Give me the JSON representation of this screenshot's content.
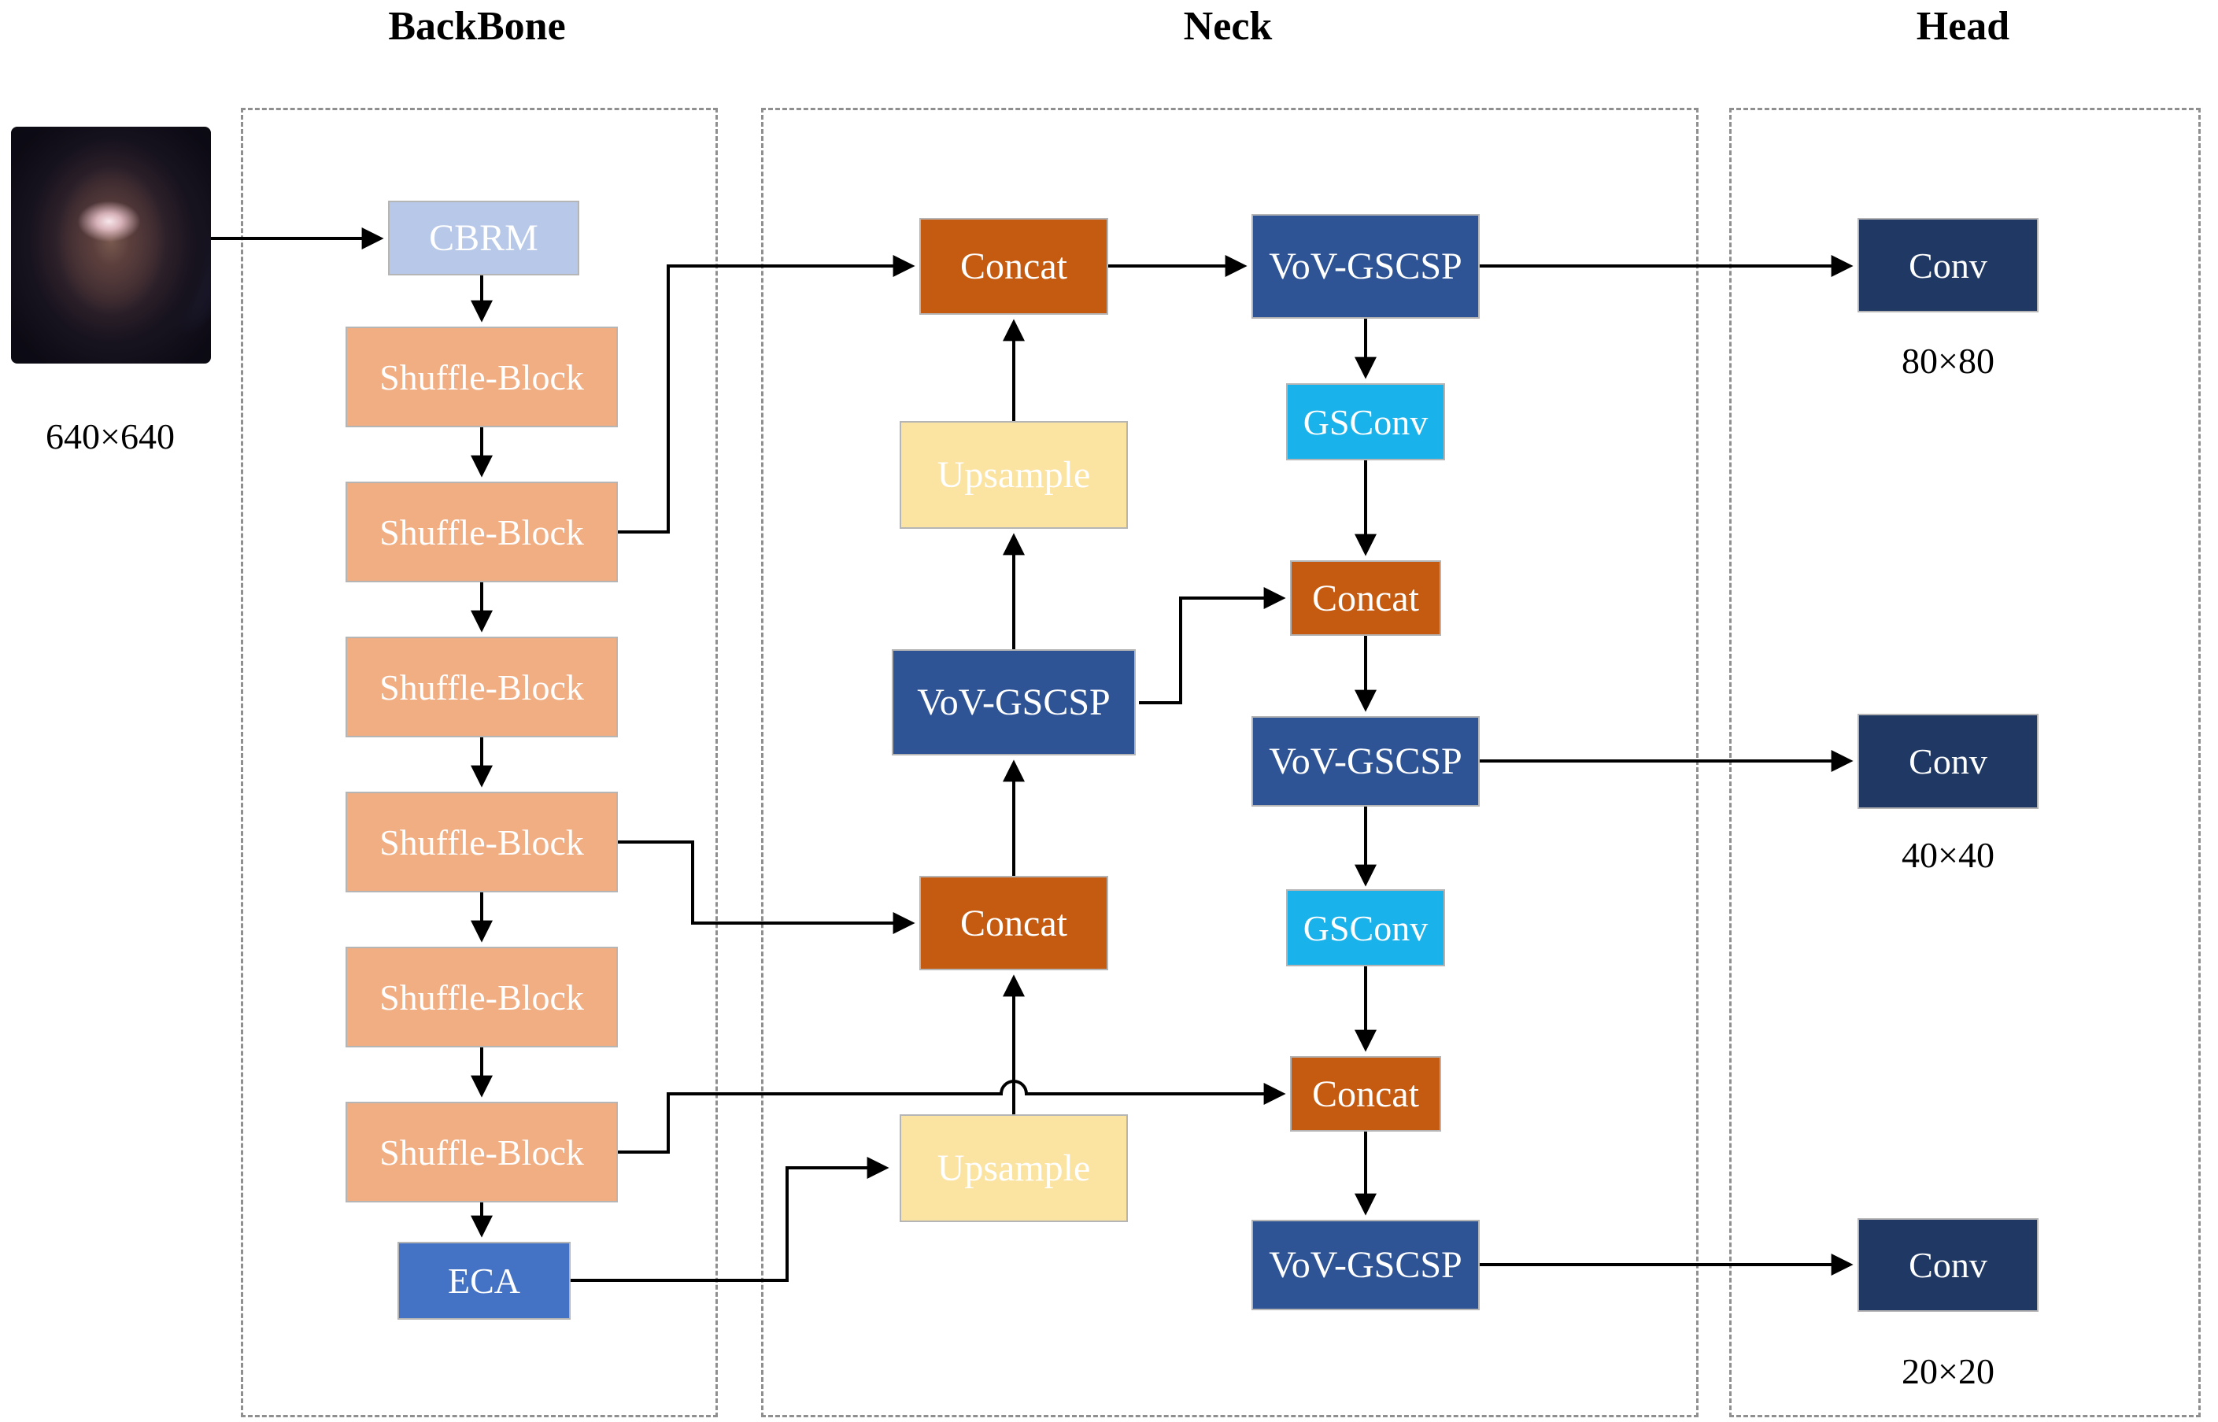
{
  "titles": {
    "backbone": "BackBone",
    "neck": "Neck",
    "head": "Head"
  },
  "input": {
    "image_name": "endoscope-sample-photo",
    "size_label": "640×640"
  },
  "backbone": {
    "cbrm_label": "CBRM",
    "shuffle_blocks": [
      "Shuffle-Block",
      "Shuffle-Block",
      "Shuffle-Block",
      "Shuffle-Block",
      "Shuffle-Block",
      "Shuffle-Block"
    ],
    "eca_label": "ECA"
  },
  "neck": {
    "concat_top_label": "Concat",
    "upsample_top_label": "Upsample",
    "vov_mid_label": "VoV-GSCSP",
    "concat_mid_label": "Concat",
    "upsample_bottom_label": "Upsample",
    "vov_top_label": "VoV-GSCSP",
    "gsconv_top_label": "GSConv",
    "concat_right_top_label": "Concat",
    "vov_right_mid_label": "VoV-GSCSP",
    "gsconv_bottom_label": "GSConv",
    "concat_right_bottom_label": "Concat",
    "vov_right_bottom_label": "VoV-GSCSP"
  },
  "head": {
    "convs": [
      {
        "label": "Conv",
        "size": "80×80"
      },
      {
        "label": "Conv",
        "size": "40×40"
      },
      {
        "label": "Conv",
        "size": "20×20"
      }
    ]
  },
  "colors": {
    "cbrm": "#b7c8e9",
    "shuffle_block": "#f2ae83",
    "eca": "#4472c4",
    "concat": "#c55a11",
    "vov_gscsp": "#2f5496",
    "gsconv": "#1ab2ea",
    "upsample": "#fbe3a2",
    "conv": "#1f3864",
    "wire": "#000000",
    "group_border": "#8f8f8f"
  }
}
